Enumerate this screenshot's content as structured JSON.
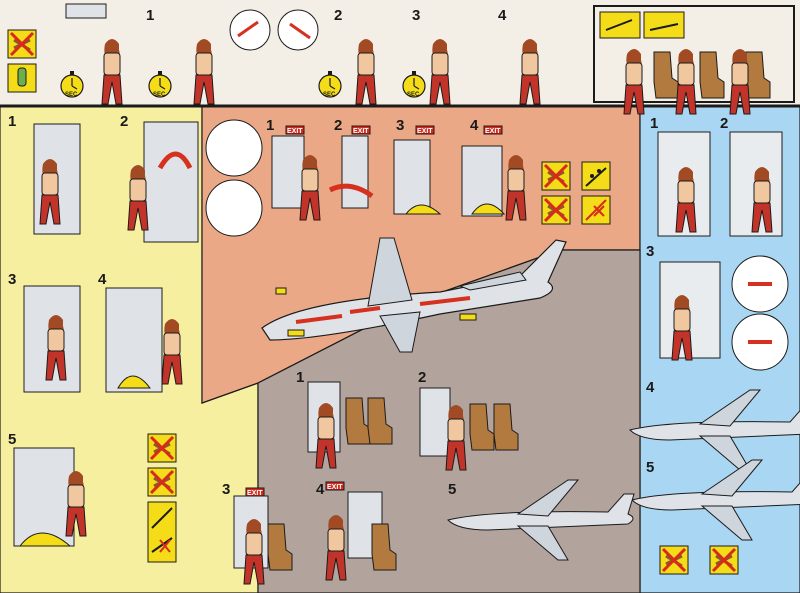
{
  "panels": {
    "oxygen": {
      "steps": [
        "1",
        "2",
        "3",
        "4"
      ],
      "timer_label": "SEC"
    },
    "aft_door": {
      "steps": [
        "1",
        "2",
        "3",
        "4",
        "5"
      ]
    },
    "overwing_door": {
      "steps": [
        "1",
        "2",
        "3",
        "4"
      ]
    },
    "right_door": {
      "steps": [
        "1",
        "2",
        "3",
        "4",
        "5"
      ]
    },
    "window_exit": {
      "steps": [
        "1",
        "2",
        "3",
        "4",
        "5"
      ]
    }
  },
  "exit_sign": "EXIT",
  "colors": {
    "yellow_panel": "#f7efa0",
    "salmon_panel": "#eba886",
    "blue_panel": "#a9d6f2",
    "taupe_panel": "#b2a39c",
    "white_panel": "#f4efe6",
    "warning_yellow": "#f4dd18",
    "prohibit_red": "#d82a1c",
    "arrow_red": "#d6301f",
    "clothing_red": "#c2342a",
    "seat_brown": "#b27a3e",
    "skin": "#f1c7a0",
    "hair": "#a14a24",
    "outline": "#1b1b1b"
  },
  "icons": [
    "oxygen-mask-icon",
    "brace-position-icon",
    "slide-icon",
    "no-luggage-icon",
    "no-smoking-icon",
    "stopwatch-icon",
    "airplane-icon"
  ]
}
